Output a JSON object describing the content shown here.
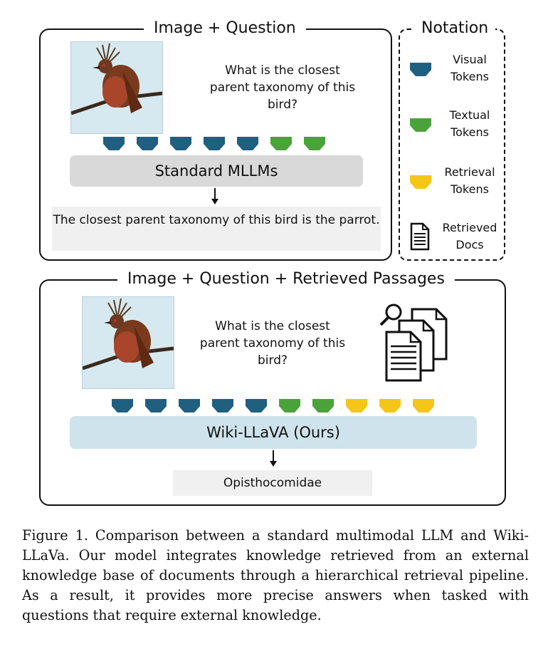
{
  "top_panel": {
    "title": "Image + Question",
    "question": "What is the closest parent taxonomy of this bird?",
    "model_label": "Standard MLLMs",
    "answer": "The closest parent taxonomy of this bird is the parrot.",
    "tokens": [
      "visual",
      "visual",
      "visual",
      "visual",
      "visual",
      "textual",
      "textual"
    ]
  },
  "bottom_panel": {
    "title": "Image + Question + Retrieved Passages",
    "question": "What is the closest parent taxonomy of this bird?",
    "model_label": "Wiki-LLaVA (Ours)",
    "answer": "Opisthocomidae",
    "tokens": [
      "visual",
      "visual",
      "visual",
      "visual",
      "visual",
      "textual",
      "textual",
      "retrieval",
      "retrieval",
      "retrieval"
    ]
  },
  "notation": {
    "title": "Notation",
    "items": [
      {
        "icon": "visual-token-icon",
        "label": "Visual Tokens"
      },
      {
        "icon": "textual-token-icon",
        "label": "Textual Tokens"
      },
      {
        "icon": "retrieval-token-icon",
        "label": "Retrieval Tokens"
      },
      {
        "icon": "document-icon",
        "label": "Retrieved Docs"
      }
    ]
  },
  "colors": {
    "visual": "#1f5f80",
    "textual": "#4aa33a",
    "retrieval": "#f5c518",
    "standard_model_bg": "#d9d9d9",
    "wiki_model_bg": "#cfe3ec",
    "answer_bg": "#f0f0f0"
  },
  "caption": "Figure 1. Comparison between a standard multimodal LLM and Wiki-LLaVa. Our model integrates knowledge retrieved from an external knowledge base of documents through a hierarchical retrieval pipeline. As a result, it provides more precise answers when tasked with questions that require external knowledge."
}
